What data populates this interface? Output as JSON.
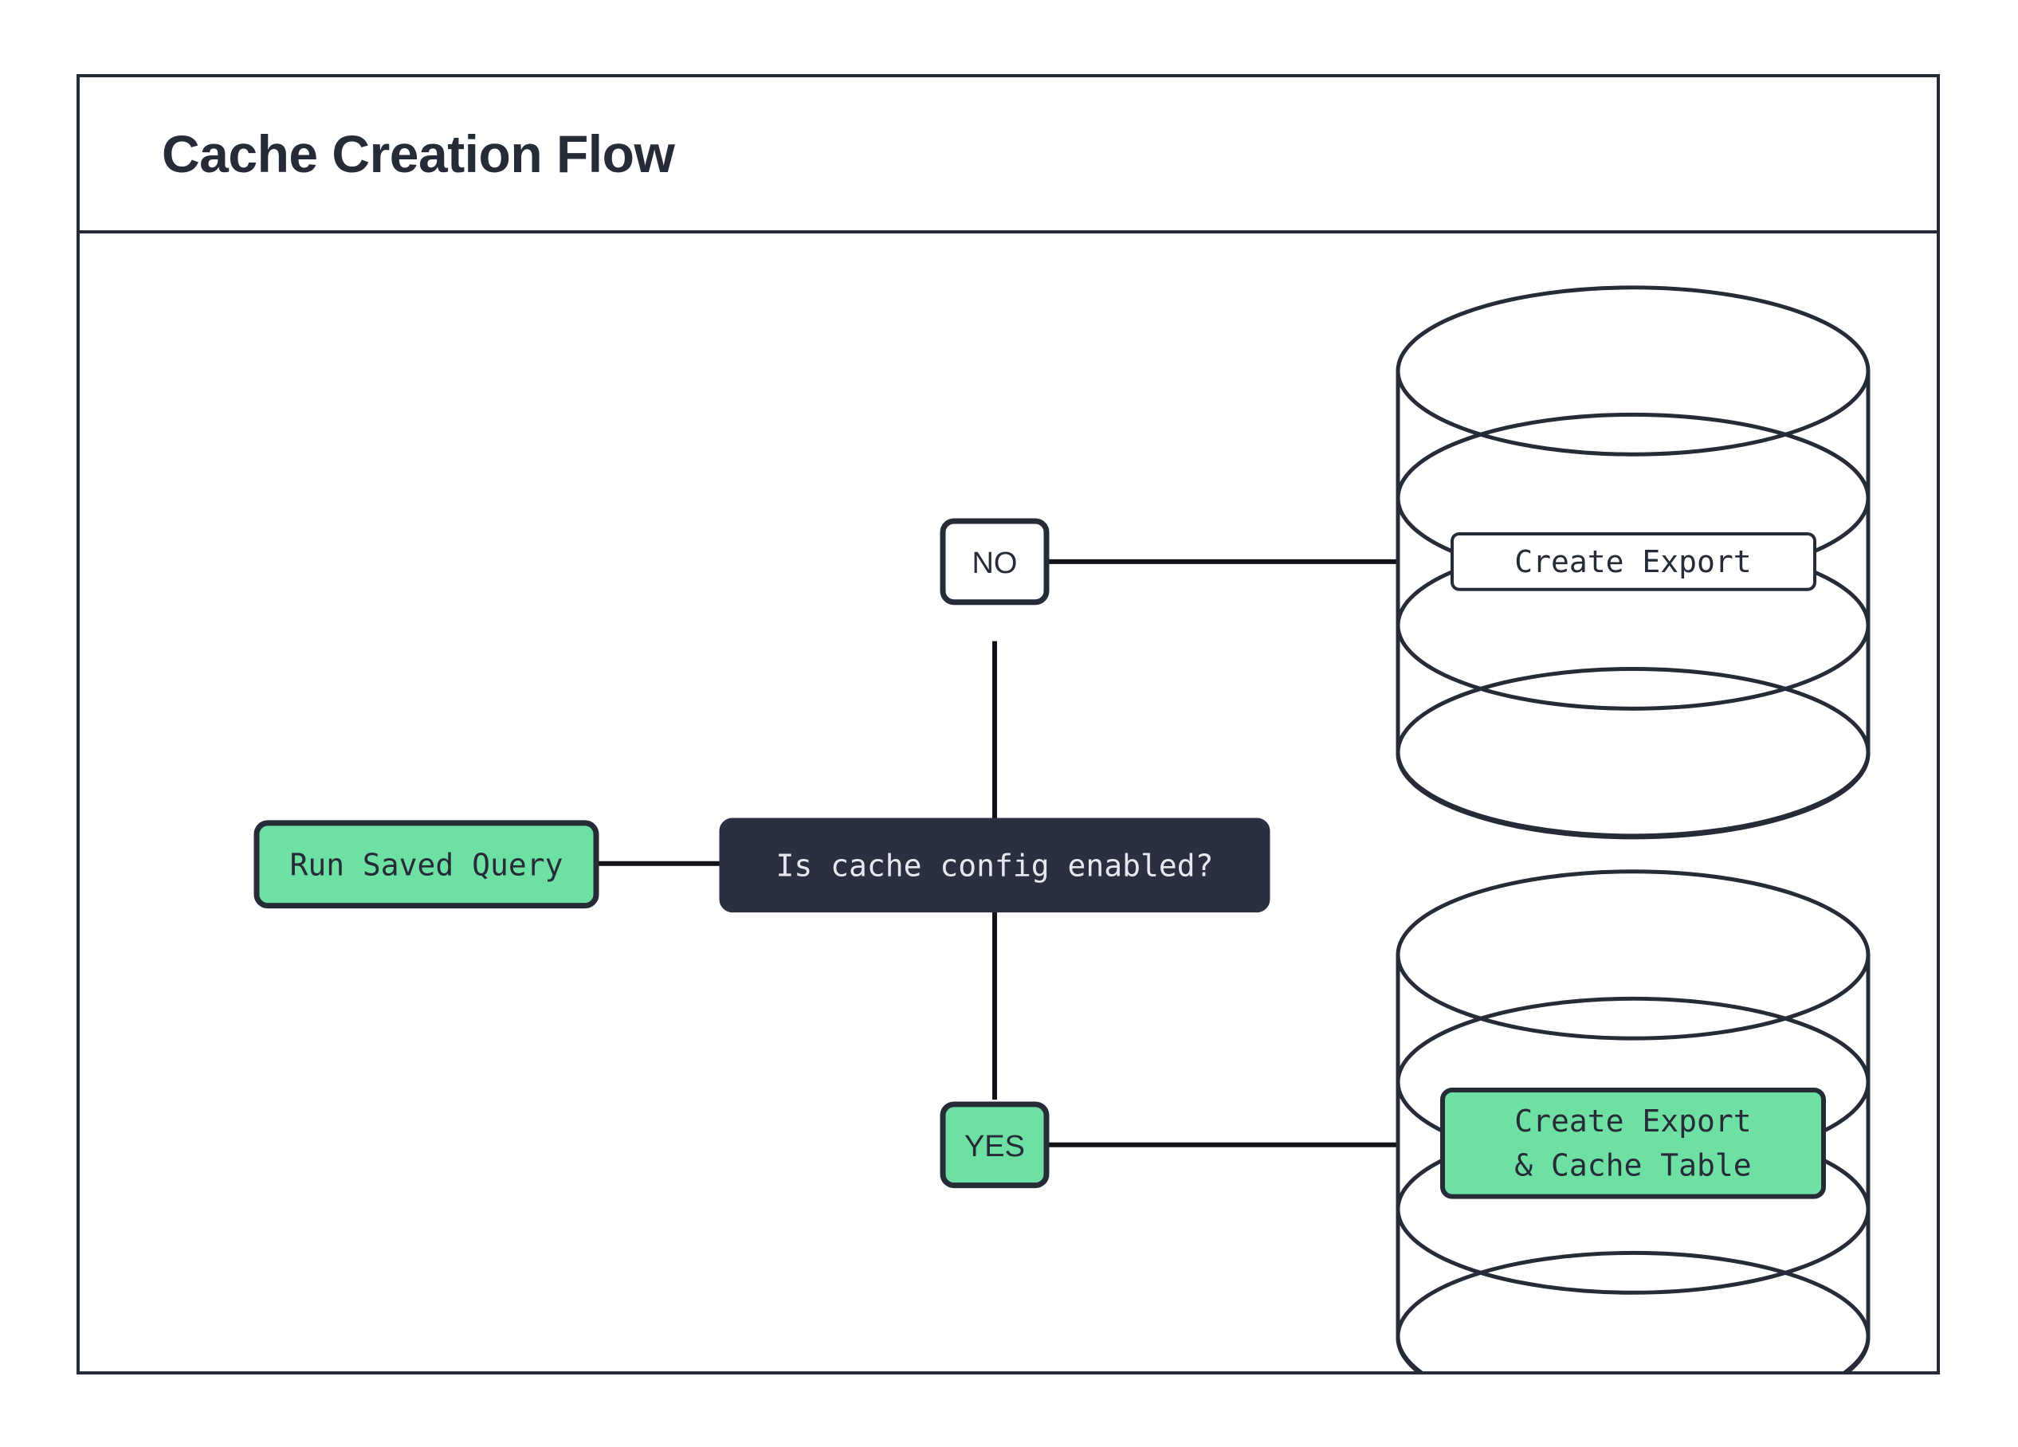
{
  "diagram": {
    "title": "Cache Creation Flow",
    "colors": {
      "ink": "#262b38",
      "dark_node_fill": "#2b3040",
      "green_fill": "#6fe0a3",
      "white_fill": "#ffffff",
      "edge": "#12141a",
      "page_background": "#ffffff"
    },
    "nodes": [
      {
        "id": "run-saved-query",
        "label": "Run Saved Query",
        "shape": "rounded-rect",
        "fill": "#6fe0a3",
        "text_color": "#262b38",
        "font": "mono"
      },
      {
        "id": "decision-cache-config",
        "label": "Is cache config enabled?",
        "shape": "rounded-rect",
        "fill": "#2b3040",
        "text_color": "#e6e8ee",
        "font": "mono"
      },
      {
        "id": "branch-no",
        "label": "NO",
        "shape": "rounded-rect",
        "fill": "#ffffff",
        "text_color": "#262b38",
        "font": "sans"
      },
      {
        "id": "branch-yes",
        "label": "YES",
        "shape": "rounded-rect",
        "fill": "#6fe0a3",
        "text_color": "#262b38",
        "font": "sans"
      },
      {
        "id": "database-export",
        "label": "Create Export",
        "shape": "cylinder",
        "fill": "#ffffff",
        "text_color": "#262b38",
        "font": "mono"
      },
      {
        "id": "database-export-cache",
        "label_line1": "Create Export",
        "label_line2": "& Cache Table",
        "shape": "cylinder",
        "fill": "#6fe0a3",
        "text_color": "#262b38",
        "font": "mono"
      }
    ],
    "edges": [
      {
        "from": "run-saved-query",
        "to": "decision-cache-config",
        "label": ""
      },
      {
        "from": "decision-cache-config",
        "to": "branch-no",
        "label": ""
      },
      {
        "from": "branch-no",
        "to": "database-export",
        "label": ""
      },
      {
        "from": "decision-cache-config",
        "to": "branch-yes",
        "label": ""
      },
      {
        "from": "branch-yes",
        "to": "database-export-cache",
        "label": ""
      }
    ]
  }
}
